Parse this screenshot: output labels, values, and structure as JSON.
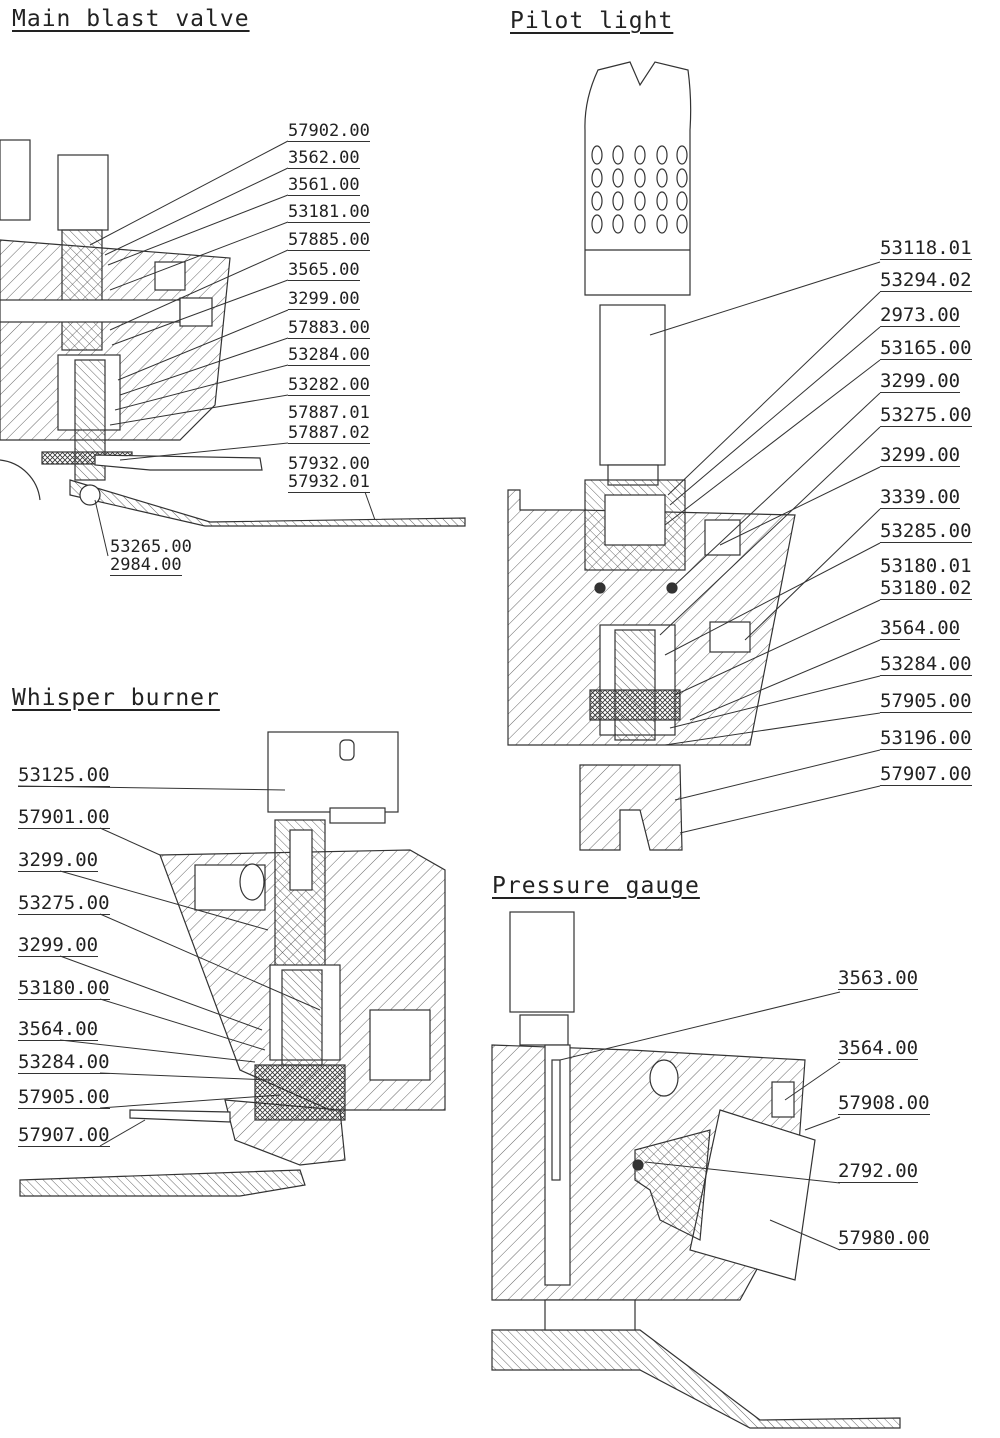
{
  "sections": {
    "main_blast_valve": {
      "title": "Main blast valve",
      "parts": [
        "57902.00",
        "3562.00",
        "3561.00",
        "53181.00",
        "57885.00",
        "3565.00",
        "3299.00",
        "57883.00",
        "53284.00",
        "53282.00",
        "57887.01",
        "57887.02",
        "57932.00",
        "57932.01",
        "53265.00",
        "2984.00"
      ]
    },
    "pilot_light": {
      "title": "Pilot light",
      "parts": [
        "53118.01",
        "53294.02",
        "2973.00",
        "53165.00",
        "3299.00",
        "53275.00",
        "3299.00",
        "3339.00",
        "53285.00",
        "53180.01",
        "53180.02",
        "3564.00",
        "53284.00",
        "57905.00",
        "53196.00",
        "57907.00"
      ]
    },
    "whisper_burner": {
      "title": "Whisper burner",
      "parts": [
        "53125.00",
        "57901.00",
        "3299.00",
        "53275.00",
        "3299.00",
        "53180.00",
        "3564.00",
        "53284.00",
        "57905.00",
        "57907.00"
      ]
    },
    "pressure_gauge": {
      "title": "Pressure gauge",
      "parts": [
        "3563.00",
        "3564.00",
        "57908.00",
        "2792.00",
        "57980.00"
      ]
    }
  }
}
